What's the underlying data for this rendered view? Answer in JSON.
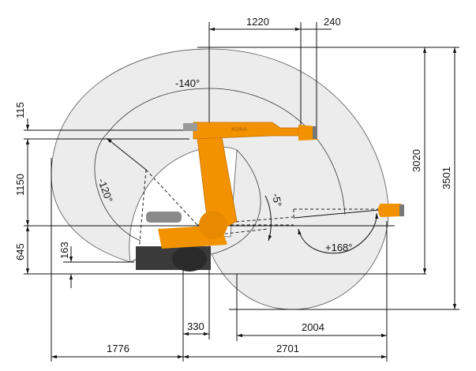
{
  "diagram": {
    "dimensions": {
      "top_reach": "1220",
      "wrist_offset": "240",
      "height_inner": "3020",
      "height_outer": "3501",
      "arm_offset": "115",
      "link_length": "1150",
      "shoulder_height": "645",
      "base_height": "163",
      "axis_offset": "330",
      "front_reach": "2004",
      "rear_reach": "1776",
      "max_reach": "2701"
    },
    "angles": {
      "a3_min": "-140°",
      "a2_min": "-120°",
      "a2_max": "-5°",
      "a3_max": "+168°"
    },
    "logo": "KUKA",
    "colors": {
      "robot": "#f39200",
      "envelope": "#ececec",
      "base": "#3a3a3a"
    }
  }
}
